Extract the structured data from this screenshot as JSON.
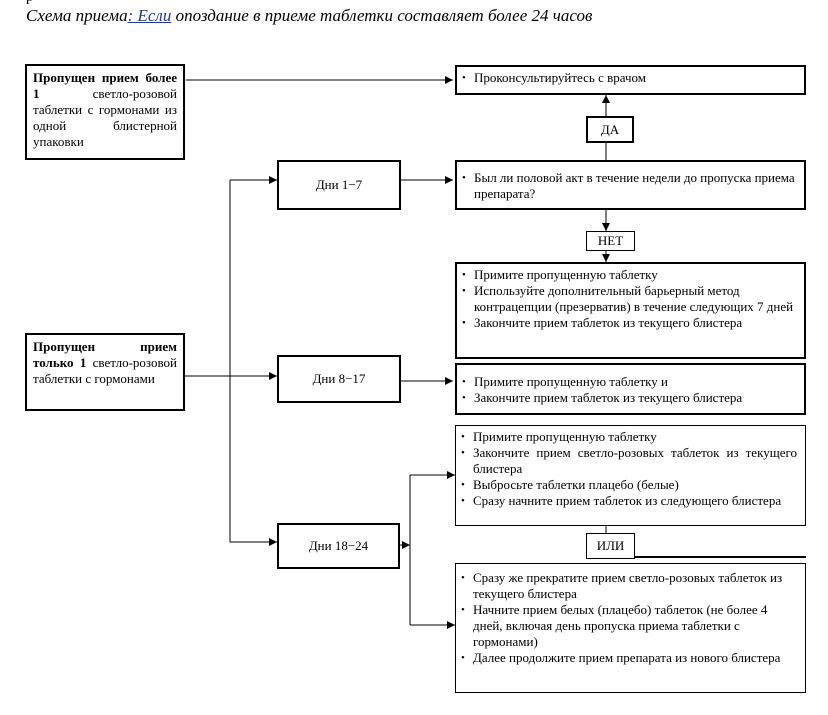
{
  "header": {
    "fragment": "р",
    "title_plain": "Схема приема",
    "title_underlined": ": Если",
    "title_rest": " опоздание в приеме таблетки составляет более 24 часов"
  },
  "left_boxes": {
    "more_than_one": {
      "bold": "Пропущен прием более 1",
      "rest": " светло-розовой таблетки с гормонами из одной блистерной упаковки"
    },
    "only_one": {
      "bold": "Пропущен прием только 1",
      "rest": " светло-розовой таблетки с гормонами"
    }
  },
  "day_boxes": {
    "d1": "Дни 1−7",
    "d2": "Дни 8−17",
    "d3": "Дни 18−24"
  },
  "labels": {
    "yes": "ДА",
    "no": "НЕТ",
    "or": "ИЛИ"
  },
  "action_boxes": {
    "consult": [
      "Проконсультируйтесь с врачом"
    ],
    "question": [
      "Был ли половой акт в течение недели до пропуска приема препарата?"
    ],
    "days1_7": [
      "Примите пропущенную таблетку",
      "Используйте дополнительный барьерный метод контрацепции (презерватив) в течение следующих 7 дней",
      "Закончите прием таблеток из текущего блистера"
    ],
    "days8_17": [
      "Примите пропущенную таблетку и",
      "Закончите прием таблеток из текущего блистера"
    ],
    "days18_24_a": [
      "Примите пропущенную таблетку",
      "Закончите прием светло-розовых таблеток из текущего блистера",
      "Выбросьте таблетки плацебо (белые)",
      "Сразу начните прием таблеток из следующего блистера"
    ],
    "days18_24_b": [
      "Сразу же прекратите прием светло-розовых таблеток из текущего блистера",
      "Начните прием белых (плацебо) таблеток (не более 4 дней, включая день пропуска приема таблетки с гормонами)",
      "Далее продолжите прием препарата из нового блистера"
    ]
  }
}
